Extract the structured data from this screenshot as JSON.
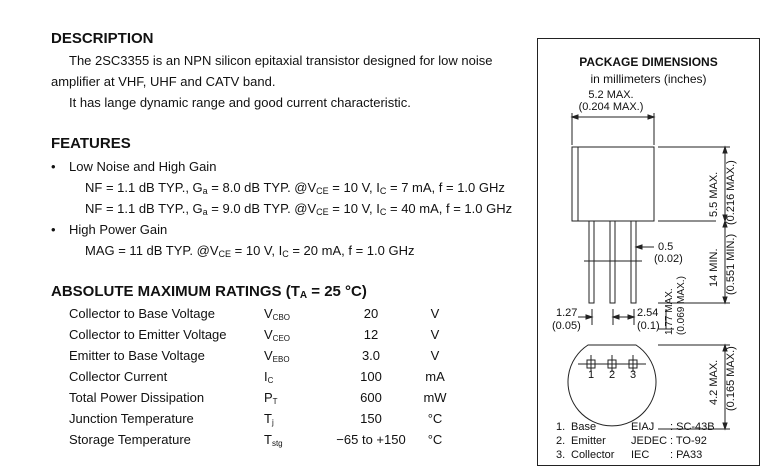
{
  "description": {
    "heading": "DESCRIPTION",
    "line1": "The 2SC3355 is an NPN silicon epitaxial transistor designed for low noise",
    "line2": "amplifier at VHF, UHF and CATV band.",
    "line3": "It has lange dynamic range and good current characteristic."
  },
  "features": {
    "heading": "FEATURES",
    "bullet": "•",
    "items": [
      {
        "title": "Low Noise and High Gain",
        "specs": [
          {
            "a": "NF = 1.1 dB TYP., G",
            "a_sub": "a",
            "b": " = 8.0 dB TYP. @V",
            "b_sub": "CE",
            "c": " = 10 V, I",
            "c_sub": "C",
            "d": " = 7 mA, f = 1.0 GHz"
          },
          {
            "a": "NF = 1.1 dB TYP., G",
            "a_sub": "a",
            "b": " = 9.0 dB TYP. @V",
            "b_sub": "CE",
            "c": " = 10 V, I",
            "c_sub": "C",
            "d": " = 40 mA, f = 1.0 GHz"
          }
        ]
      },
      {
        "title": "High Power Gain",
        "spec": {
          "a": "MAG = 11 dB TYP. @V",
          "a_sub": "CE",
          "b": " = 10 V, I",
          "b_sub": "C",
          "c": " = 20 mA, f = 1.0 GHz"
        }
      }
    ]
  },
  "ratings": {
    "heading_a": "ABSOLUTE  MAXIMUM  RATINGS  (T",
    "heading_sub": "A",
    "heading_b": " = 25 °C)",
    "rows": [
      {
        "param": "Collector to Base Voltage",
        "sym": "V",
        "sym_sub": "CBO",
        "value": "20",
        "unit": "V"
      },
      {
        "param": "Collector to Emitter Voltage",
        "sym": "V",
        "sym_sub": "CEO",
        "value": "12",
        "unit": "V"
      },
      {
        "param": "Emitter to Base Voltage",
        "sym": "V",
        "sym_sub": "EBO",
        "value": "3.0",
        "unit": "V"
      },
      {
        "param": "Collector Current",
        "sym": "I",
        "sym_sub": "C",
        "value": "100",
        "unit": "mA"
      },
      {
        "param": "Total Power Dissipation",
        "sym": "P",
        "sym_sub": "T",
        "value": "600",
        "unit": "mW"
      },
      {
        "param": "Junction Temperature",
        "sym": "T",
        "sym_sub": "j",
        "value": "150",
        "unit": "°C"
      },
      {
        "param": "Storage Temperature",
        "sym": "T",
        "sym_sub": "stg",
        "value": "−65 to +150",
        "unit": "°C"
      }
    ]
  },
  "package": {
    "title": "PACKAGE DIMENSIONS",
    "units": "in millimeters (inches)",
    "width_mm": "5.2 MAX.",
    "width_in": "(0.204 MAX.)",
    "body_height_mm": "5.5 MAX.",
    "body_height_in": "(0.216 MAX.)",
    "lead_length_mm": "14 MIN.",
    "lead_length_in": "(0.551 MIN.)",
    "lead_width_mm": "0.5",
    "lead_width_in": "(0.02)",
    "lead_pitch_left_mm": "1.27",
    "lead_pitch_left_in": "(0.05)",
    "lead_pitch_mid_mm": "2.54",
    "lead_pitch_mid_in": "(0.1)",
    "seat_mm": "1.77 MAX.",
    "seat_in": "(0.069 MAX.)",
    "depth_mm": "4.2 MAX.",
    "depth_in": "(0.165 MAX.)",
    "pins": [
      "1",
      "2",
      "3"
    ],
    "legend": [
      {
        "n": "1.",
        "name": "Base",
        "std": "EIAJ",
        "code": ": SC-43B"
      },
      {
        "n": "2.",
        "name": "Emitter",
        "std": "JEDEC",
        "code": ": TO-92"
      },
      {
        "n": "3.",
        "name": "Collector",
        "std": "IEC",
        "code": ": PA33"
      }
    ]
  }
}
